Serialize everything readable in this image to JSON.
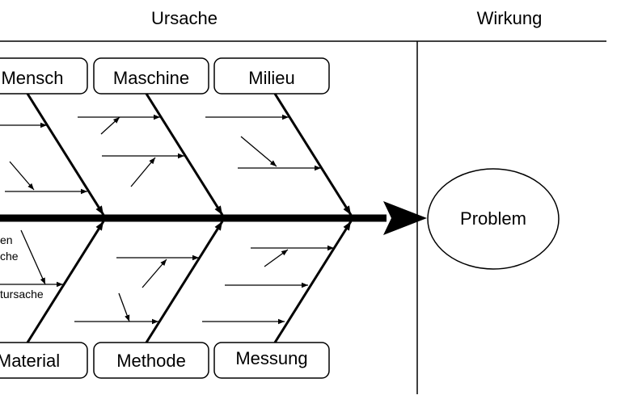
{
  "header": {
    "cause": "Ursache",
    "effect": "Wirkung"
  },
  "categories_top": [
    "Mensch",
    "Maschine",
    "Milieu"
  ],
  "categories_bottom": [
    "Material",
    "Methode",
    "Messung"
  ],
  "effect_label": "Problem",
  "annotations": {
    "cut_line_1a": "en",
    "cut_line_1b": "che",
    "cut_line_2": "tursache"
  }
}
